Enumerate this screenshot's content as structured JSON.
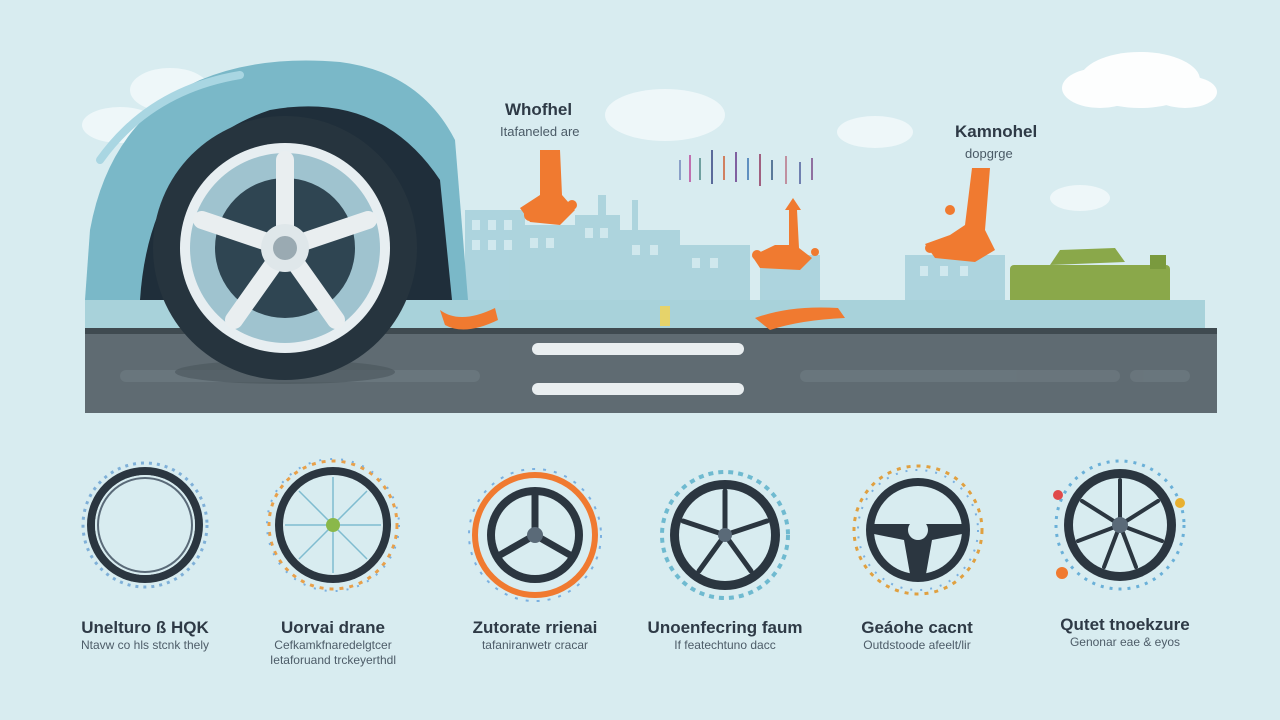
{
  "callouts": [
    {
      "title": "Whofhel",
      "subtitle": "Itafaneled are"
    },
    {
      "title": "Kamnohel",
      "subtitle": "dopgrge"
    }
  ],
  "wheel_types": [
    {
      "title": "Unelturo ß HQK",
      "subtitle": [
        "Ntavw co hls stcnk thely"
      ],
      "icon": "solid-ring-wheel-icon"
    },
    {
      "title": "Uorvai drane",
      "subtitle": [
        "Cefkamkfnaredelgtcer",
        "Ietaforuand trckeyerthdl"
      ],
      "icon": "wire-spoke-wheel-icon"
    },
    {
      "title": "Zutorate rrienai",
      "subtitle": [
        "tafaniranwetr cracar"
      ],
      "icon": "three-spoke-wheel-icon"
    },
    {
      "title": "Unoenfecring faum",
      "subtitle": [
        "If featechtuno dacc"
      ],
      "icon": "five-spoke-wheel-icon"
    },
    {
      "title": "Geáohe cacnt",
      "subtitle": [
        "Outdstoode afeelt/lir"
      ],
      "icon": "steering-wheel-icon"
    },
    {
      "title": "Qutet tnoekzure",
      "subtitle": [
        "Genonar eae & eyos"
      ],
      "icon": "multi-spoke-wheel-icon"
    }
  ],
  "colors": {
    "background": "#d8ecf0",
    "car_body": "#7ab8c8",
    "road": "#5f6b72",
    "accent_orange": "#f07a30",
    "accent_green": "#8aa84a"
  }
}
